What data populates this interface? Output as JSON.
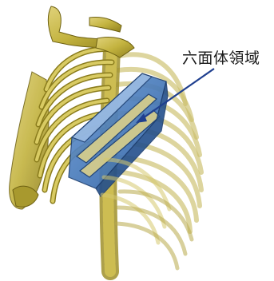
{
  "annotation": {
    "label": "六面体領域"
  },
  "colors": {
    "background": "#ffffff",
    "bone_fill": "#c8b94a",
    "bone_dark": "#8c7d1c",
    "bone_outline": "#6e6112",
    "bone_translucent": "#d8cf8a",
    "hexahedron_blue": "#2f6db3",
    "hexahedron_light": "#5e8fcc",
    "arrow": "#1f3f8f"
  },
  "icons": {
    "skeleton": "ribcage-3d-render",
    "region": "hexahedral-volume",
    "pointer": "arrow-pointer"
  }
}
